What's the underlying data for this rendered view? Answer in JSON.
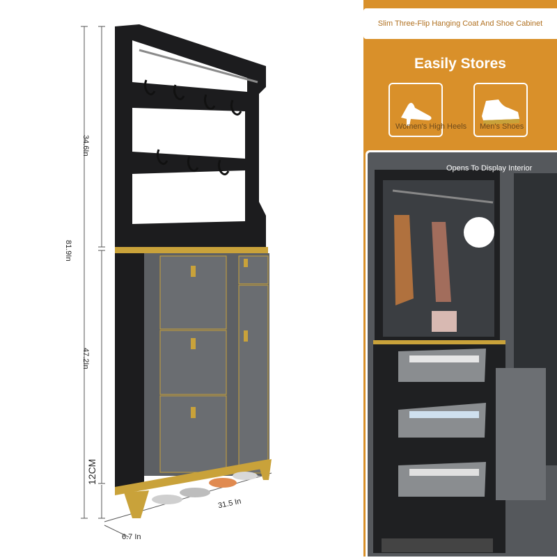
{
  "product_title": "Slim Three-Flip Hanging Coat And Shoe Cabinet",
  "features": {
    "heading": "Easily Stores",
    "items": [
      {
        "label": "Women's High Heels",
        "icon": "high-heel-icon"
      },
      {
        "label": "Men's Shoes",
        "icon": "sneaker-icon"
      }
    ]
  },
  "photo": {
    "caption": "Opens To Display Interior"
  },
  "dimensions": {
    "upper_height": "34.6In",
    "total_height": "81.9In",
    "lower_height": "47.2In",
    "leg_height": "12CM",
    "width": "31.5 In",
    "depth": "6.7 In"
  },
  "colors": {
    "accent_orange": "#d9902a",
    "cabinet_black": "#1c1c1e",
    "cabinet_grey": "#5d6064",
    "gold_trim": "#c9a23a"
  }
}
